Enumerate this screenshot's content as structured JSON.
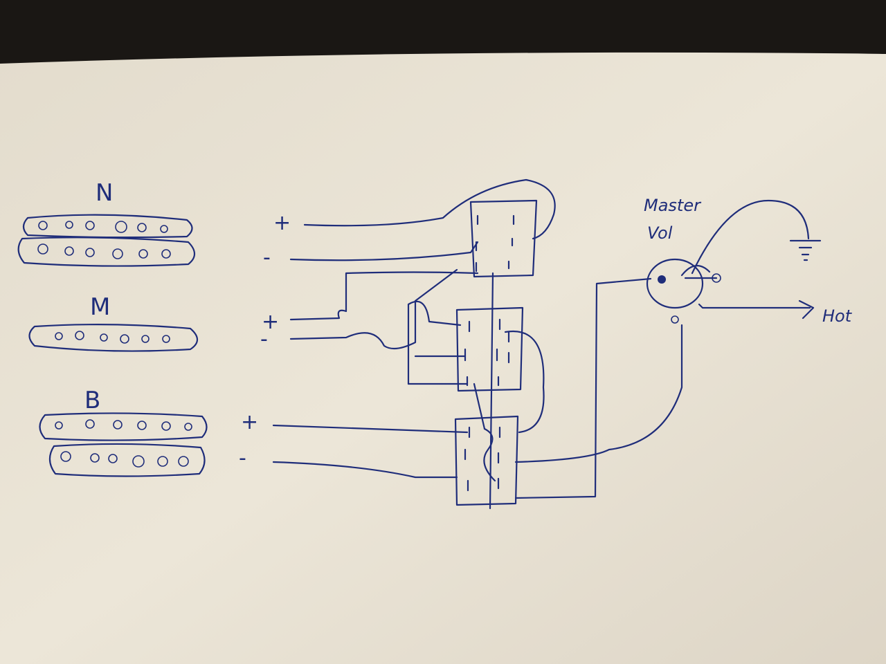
{
  "diagram": {
    "pickups": [
      {
        "label": "N",
        "plus": "+",
        "minus": "-"
      },
      {
        "label": "M",
        "plus": "+",
        "minus": "-"
      },
      {
        "label": "B",
        "plus": "+",
        "minus": "-"
      }
    ],
    "pot": {
      "label_line1": "Master",
      "label_line2": "Vol"
    },
    "output": {
      "label": "Hot"
    },
    "colors": {
      "ink": "#1f2d7a",
      "paper": "#e6dfcf",
      "background": "#1a1714"
    }
  }
}
